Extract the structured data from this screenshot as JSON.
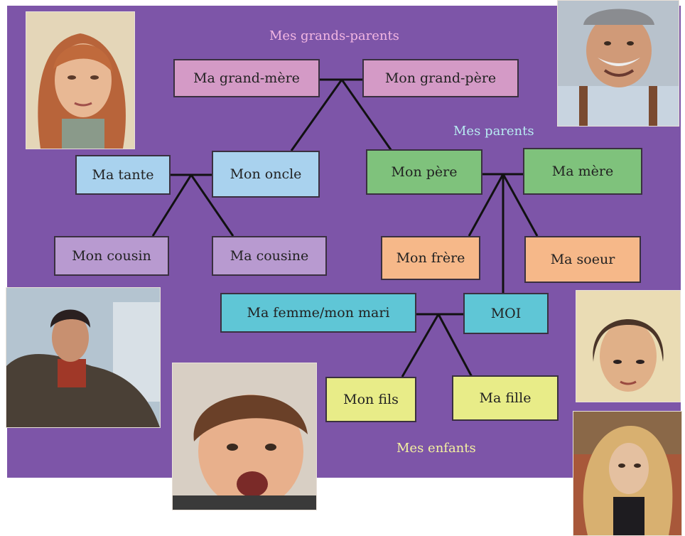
{
  "labels": {
    "grandparents": "Mes grands-parents",
    "parents": "Mes parents",
    "children": "Mes enfants"
  },
  "boxes": {
    "grandmother": "Ma grand-mère",
    "grandfather": "Mon grand-père",
    "aunt": "Ma tante",
    "uncle": "Mon oncle",
    "father": "Mon père",
    "mother": "Ma mère",
    "cousin_m": "Mon cousin",
    "cousin_f": "Ma cousine",
    "brother": "Mon frère",
    "sister": "Ma soeur",
    "spouse": "Ma femme/mon mari",
    "me": "MOI",
    "son": "Mon fils",
    "daughter": "Ma fille"
  },
  "colors": {
    "background": "#7d55a8",
    "grandparents": "#d49ac6",
    "aunt_uncle": "#a9d2ee",
    "cousins": "#b89ad0",
    "parents": "#7fc27c",
    "siblings": "#f6b889",
    "couple": "#5fc6d6",
    "children": "#e8ec88",
    "label_pink": "#f2b6e2",
    "label_cyan": "#b8ecf2",
    "label_yellow": "#f4f2a0"
  }
}
